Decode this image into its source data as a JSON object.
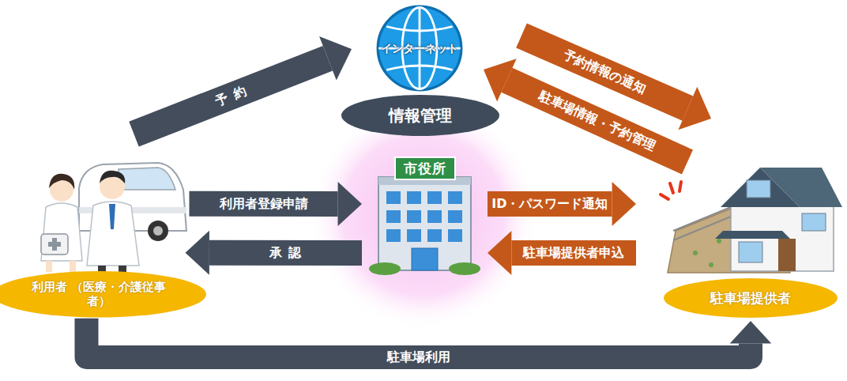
{
  "diagram": {
    "nodes": [
      {
        "text": [
          "インターネット"
        ]
      },
      {
        "text": [
          "情報管理"
        ]
      },
      {
        "text": [
          "市役所"
        ]
      },
      {
        "text": [
          "利用者 （医療・介護従事者）"
        ]
      },
      {
        "text": [
          "駐車場提供者"
        ]
      }
    ],
    "edges": [
      {
        "from": 3,
        "to": 0,
        "label": "予約",
        "arrow": "to"
      },
      {
        "from": 0,
        "to": 4,
        "label": "予約情報の通知",
        "arrow": "to"
      },
      {
        "from": 4,
        "to": 0,
        "label": "駐車場情報・予約管理",
        "arrow": "to"
      },
      {
        "from": 3,
        "to": 2,
        "label": "利用者登録申請",
        "arrow": "to"
      },
      {
        "from": 2,
        "to": 4,
        "label": "ID・パスワード通知",
        "arrow": "to"
      },
      {
        "from": 2,
        "to": 3,
        "label": "承認",
        "arrow": "to"
      },
      {
        "from": 4,
        "to": 2,
        "label": "駐車場提供者申込",
        "arrow": "to"
      },
      {
        "from": 3,
        "to": 4,
        "label": "駐車場利用",
        "arrow": "to"
      }
    ]
  }
}
